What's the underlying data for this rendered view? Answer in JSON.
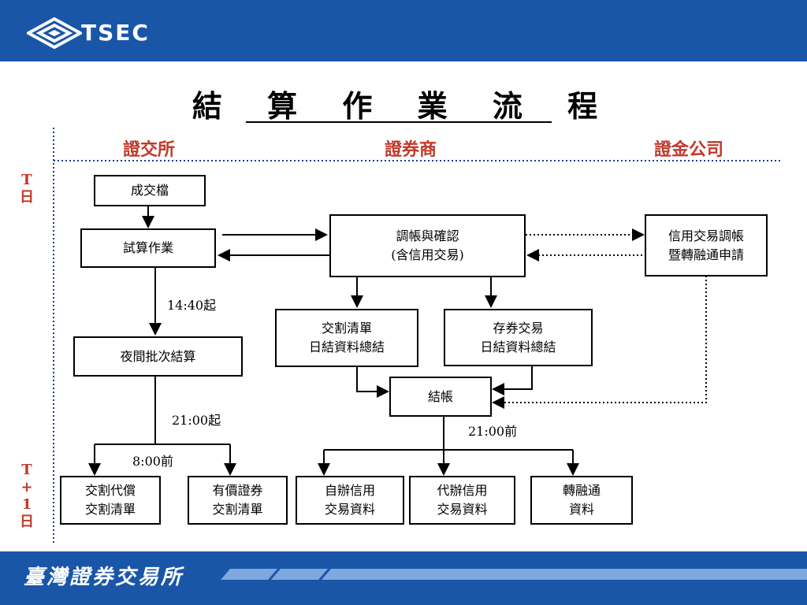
{
  "header": {
    "logo_text": "TSEC"
  },
  "title": "結 算 作 業 流 程",
  "columns": {
    "exchange": "證交所",
    "broker": "證券商",
    "finance": "證金公司"
  },
  "side": {
    "t_day": "T\n日",
    "t1_day": "T\n+\n1\n日"
  },
  "boxes": {
    "trade_file": "成交檔",
    "trial_calc": "試算作業",
    "adjust_confirm": "調帳與確認\n(含信用交易)",
    "credit_adjust": "信用交易調帳\n暨轉融通申請",
    "night_batch": "夜間批次結算",
    "delivery_list": "交割清單\n日結資料總結",
    "custody_trade": "存券交易\n日結資料總結",
    "close_account": "結帳",
    "delivery_substitute": "交割代償\n交割清單",
    "paid_securities": "有價證券\n交割清單",
    "self_credit": "自辦信用\n交易資料",
    "agent_credit": "代辦信用\n交易資料",
    "refinance": "轉融通\n資料"
  },
  "labels": {
    "t1440": "14:40起",
    "t2100a": "21:00起",
    "t800": "8:00前",
    "t2100b": "21:00前"
  },
  "footer": {
    "org_name": "臺灣證券交易所"
  },
  "colors": {
    "brand_blue": "#1a56a8",
    "column_red": "#c0392b",
    "divider_blue": "#1a3a9a"
  }
}
